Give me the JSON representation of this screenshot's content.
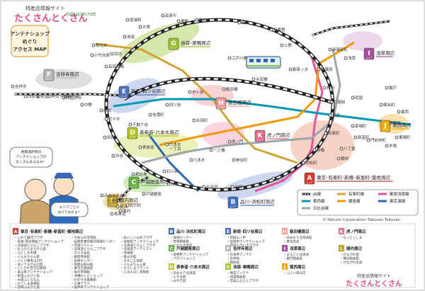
{
  "site": {
    "tagline": "特産品情報サイト",
    "logo_text": "たくさんとくさん",
    "logo_url": "takusan.net"
  },
  "title_box": {
    "line1": "アンテナショップ",
    "line2": "めぐり",
    "line3": "アクセス MAP"
  },
  "areas": [
    {
      "letter": "A",
      "name": "東京･有楽町･新橋･新富町･築地周辺",
      "color": "#d83a2f"
    },
    {
      "letter": "B",
      "name": "品川･浜松町周辺",
      "color": "#3e6fc4"
    },
    {
      "letter": "C",
      "name": "戸越銀座周辺",
      "color": "#68b345"
    },
    {
      "letter": "D",
      "name": "表参道･六本木周辺",
      "color": "#b8c41f"
    },
    {
      "letter": "E",
      "name": "新宿･四ツ谷周辺",
      "color": "#4a6fb8"
    },
    {
      "letter": "F",
      "name": "吉祥寺周辺",
      "color": "#b7b7b7"
    },
    {
      "letter": "G",
      "name": "池袋･巣鴨周辺",
      "color": "#9bc232"
    },
    {
      "letter": "H",
      "name": "飯田橋周辺",
      "color": "#f29a9a"
    },
    {
      "letter": "I",
      "name": "浅草周辺",
      "color": "#a64f9c"
    },
    {
      "letter": "J",
      "name": "葛西周辺",
      "color": "#f2a900"
    },
    {
      "letter": "K",
      "name": "虎ノ門周辺",
      "color": "#e86a8a"
    },
    {
      "letter": "L",
      "name": "関内周辺",
      "color": "#c2a026"
    }
  ],
  "area_suffix": "エリア",
  "stations": {
    "otsuka": "大塚",
    "ikebukuro": "池袋",
    "sugamo": "巣鴨",
    "komagome": "駒込",
    "tabata": "田端",
    "nippori": "日暮里",
    "ueno": "上野",
    "akihabara": "秋葉原",
    "kanda": "神田",
    "tokyo": "東京",
    "yurakucho": "有楽町",
    "shimbashi": "新橋",
    "hamamatsucho": "浜松町",
    "shinagawa": "品川",
    "osaki": "大崎",
    "gotanda": "五反田",
    "meguro": "目黒",
    "ebisu": "恵比寿",
    "shibuya": "渋谷",
    "harajuku": "原宿",
    "yoyogi": "代々木",
    "shinjuku": "新宿",
    "takadanobaba": "高田馬場",
    "mejiro": "目白",
    "asakusa": "浅草",
    "shinokachimachi": "新御徒町",
    "kinshicho": "錦糸町",
    "ryogoku": "両国",
    "kameido": "亀戸",
    "iidabashi": "飯田橋",
    "suidobashi": "水道橋",
    "ochanomizu": "御茶ノ水",
    "ichigaya": "市ヶ谷",
    "yotsuya": "四ツ谷",
    "shinanomachi": "信濃町",
    "sendagaya": "千駄ケ谷",
    "nagatacho": "永田町",
    "toranomon": "虎ノ門",
    "kamiyacho": "神谷町",
    "roppongi": "六本木",
    "omotesando": "表参道",
    "roppongi_itchome": "六本木\n一丁目",
    "hatchobori": "八丁堀",
    "shintomicho": "新富町",
    "tsukiji": "築地",
    "kayabacho": "茅場町",
    "monzennakacho": "門前仲町",
    "kiba": "木場",
    "toyocho": "東陽町",
    "kasai": "葛西",
    "nishikasai": "西葛西",
    "mitsukoshimae": "三越前",
    "kichijoji": "吉祥寺",
    "nakano": "中野",
    "koenji": "高円寺",
    "asagaya": "阿佐ヶ谷",
    "ogikubo": "荻窪",
    "nishiogikubo": "西荻窪",
    "togoshiginza": "戸越銀座",
    "yokohama": "横浜",
    "kannai": "関内",
    "sakuragicho": "桜木町",
    "ishikawacho": "石川町",
    "minatomirai": "みなとみらい",
    "bashamichi": "馬車道",
    "wakoshi": "和光市",
    "kotakemukaihara": "小竹向原",
    "nishikokubunji": "西国分寺",
    "minamiurawa": "南浦和",
    "kotobashi": "江戸川橋",
    "ishikawadai": "石川台",
    "ichinohashi": "一之橋",
    "nishitakashimadaira": "高島平"
  },
  "legend": {
    "jr": "JR線",
    "yurakucho": "有楽町線",
    "toei_asakusa": "都営浅草線",
    "tozai": "東西線",
    "ginza": "銀座線",
    "toyoko": "東京湯線",
    "hibiya": "日比谷線",
    "colors": {
      "jr": "#222222",
      "yurakucho": "#d1a433",
      "toei_asakusa": "#e85298",
      "tozai": "#0097b6",
      "ginza": "#f39800",
      "toyoko": "#2b68b0",
      "hibiya": "#9ca6aa"
    }
  },
  "copyright": "© Palcom Corporation･Takusan Tokusan",
  "speech": {
    "left": "各都道府県の\nアンテナショップが\nたくさんあるなぁ！",
    "right": "エリアごとに\n分けてみたよ！"
  },
  "shops": [
    {
      "letter": "A",
      "color": "#d83a2f",
      "lines": [
        "いわて銀河プラザ",
        "青森･岩手物産アンテナショップ",
        "北海道どさんこプラザ",
        "むらからまちから館",
        "ふくしま市場",
        "ぐんまちゃん家",
        "ふくい南青山291",
        "おいでませ山口館",
        "いしかわ百万石物語",
        "富山県アンテナショップ",
        "秋田ふるさと館",
        "大阪ふくらもん",
        "かごしま遊楽館",
        "宮崎ふるさと館",
        "坂田屋産業･奈良まほろば館"
      ]
    },
    {
      "letter": "A2",
      "color": "#d83a2f",
      "lines": [
        "やめ公の宮崎館",
        "長野県東京観光情報センター",
        "茨城マルシェ",
        "北海道どさんこプラザ",
        "ホルタ会社",
        "銀座熊本館",
        "長崎センター",
        "和歌山紀州館",
        "東京交通会館",
        "坂の宮崎館",
        "沖縄わしたショップ",
        "わかやま喜集館",
        "三重テラス",
        "福井県アンテナショップ",
        "山梨県アンテナ"
      ]
    },
    {
      "letter": "A3",
      "color": "#d83a2f",
      "lines": [
        "おいしい山形プラザ",
        "高知県アンテナショップ",
        "北海道どさんこプラザ",
        "北海道アーデニスト",
        "宮崎館",
        "富山の館",
        "まるごと高知",
        "ぐんまちゃん家",
        "ひろしまブランド",
        "にほんばし島根館"
      ]
    },
    {
      "letter": "B",
      "color": "#3e6fc4",
      "lines": [
        "長崎センター",
        "宮崎物産館",
        "とかち大型店",
        "まるごと高知"
      ]
    },
    {
      "letter": "C",
      "color": "#68b345",
      "lines": [
        "長野県アンテナショップ",
        "アグリショップ"
      ]
    },
    {
      "letter": "D",
      "color": "#b8c41f",
      "lines": [
        "あおもり北海道",
        "とやま館",
        "みやぎ館",
        "ふくい南青山291"
      ]
    },
    {
      "letter": "E",
      "color": "#4a6fb8",
      "lines": [
        "新宿山ノ手",
        "高知市アンテナショップ",
        "茨城いきいきプラザ",
        "大阪ライブ",
        "鹿児島中継館",
        "NONIE"
      ]
    },
    {
      "letter": "F",
      "color": "#b7b7b7",
      "lines": [
        "吉祥寺アンテナ",
        "吉祥寺",
        "物産館"
      ]
    },
    {
      "letter": "G",
      "color": "#9bc232",
      "lines": [
        "埼玉アンテナ",
        "池袋物産館",
        "宮城ふるさとプラザ",
        "群馬ぐんまちゃん"
      ]
    },
    {
      "letter": "H",
      "color": "#f29a9a",
      "lines": [
        "あおもり北海道館",
        "東京支店"
      ]
    },
    {
      "letter": "I",
      "color": "#a64f9c",
      "lines": [
        "まるごと北海道",
        "雷門物産館"
      ]
    },
    {
      "letter": "J",
      "color": "#f2a900",
      "lines": [
        "ふくい味の店"
      ]
    },
    {
      "letter": "K",
      "color": "#e86a8a",
      "lines": [
        "なっとくしま"
      ]
    },
    {
      "letter": "L",
      "color": "#c2a026",
      "lines": [
        "かながわ屋",
        "横浜物産館",
        "かながわ名産"
      ]
    }
  ]
}
